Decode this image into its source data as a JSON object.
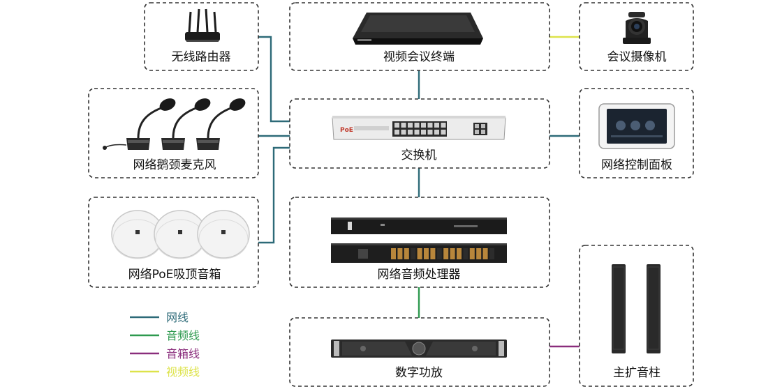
{
  "colors": {
    "network": "#2d6a78",
    "audio": "#2e9a4f",
    "speaker": "#8a2d7c",
    "video": "#dde34a"
  },
  "devices": {
    "router": "无线路由器",
    "terminal": "视频会议终端",
    "camera": "会议摄像机",
    "mics": "网络鹅颈麦克风",
    "switch": "交换机",
    "switch_poe_label": "PoE",
    "panel": "网络控制面板",
    "ceiling": "网络PoE吸顶音箱",
    "processor": "网络音频处理器",
    "amplifier": "数字功放",
    "columns": "主扩音柱"
  },
  "legend": [
    {
      "label": "网线",
      "color": "#2d6a78"
    },
    {
      "label": "音频线",
      "color": "#2e9a4f"
    },
    {
      "label": "音箱线",
      "color": "#8a2d7c"
    },
    {
      "label": "视频线",
      "color": "#dde34a"
    }
  ]
}
